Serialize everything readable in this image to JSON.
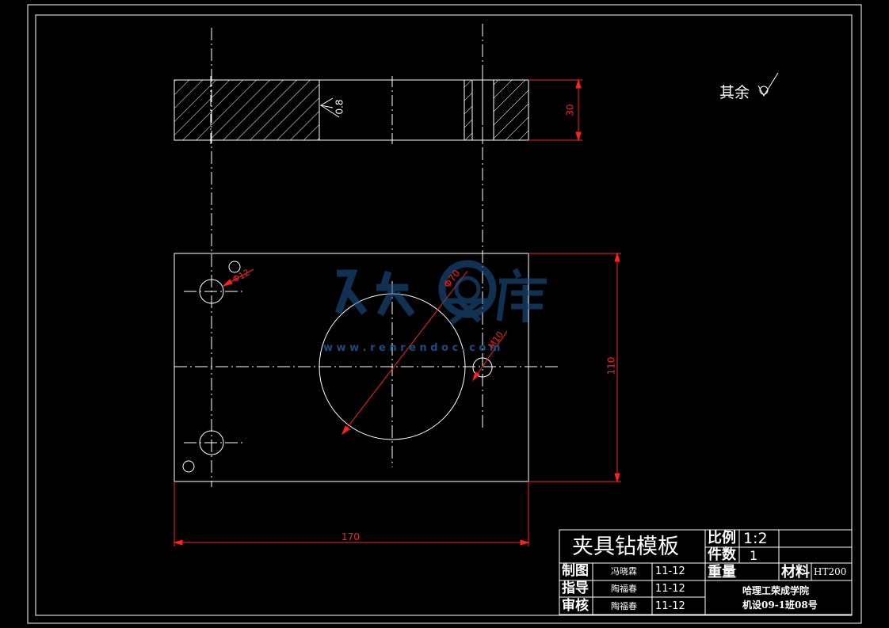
{
  "title_block": {
    "part_name": "夹具钻模板",
    "scale_label": "比例",
    "scale_value": "1:2",
    "qty_label": "件数",
    "qty_value": "1",
    "weight_label": "重量",
    "material_label": "材料",
    "material_value": "HT200",
    "rows": [
      {
        "role": "制图",
        "name": "冯晓霖",
        "date": "11-12"
      },
      {
        "role": "指导",
        "name": "陶福春",
        "date": "11-12"
      },
      {
        "role": "审核",
        "name": "陶福春",
        "date": "11-12"
      }
    ],
    "school": "哈理工荣成学院",
    "class_info": "机设09-1班08号"
  },
  "roughness_note": "其余",
  "dimensions": {
    "width": "170",
    "height": "110",
    "thickness": "30",
    "roughness_value": "0.8",
    "big_hole_dia": "Φ70",
    "small_hole_dia": "Φ12",
    "thread": "M10"
  },
  "watermark": {
    "brand": "人人文库",
    "url": "w w w . r e n r e n d o c . c o m"
  },
  "colors": {
    "line": "#ffffff",
    "dimension": "#ff2020",
    "watermark": "#1e5a96"
  }
}
